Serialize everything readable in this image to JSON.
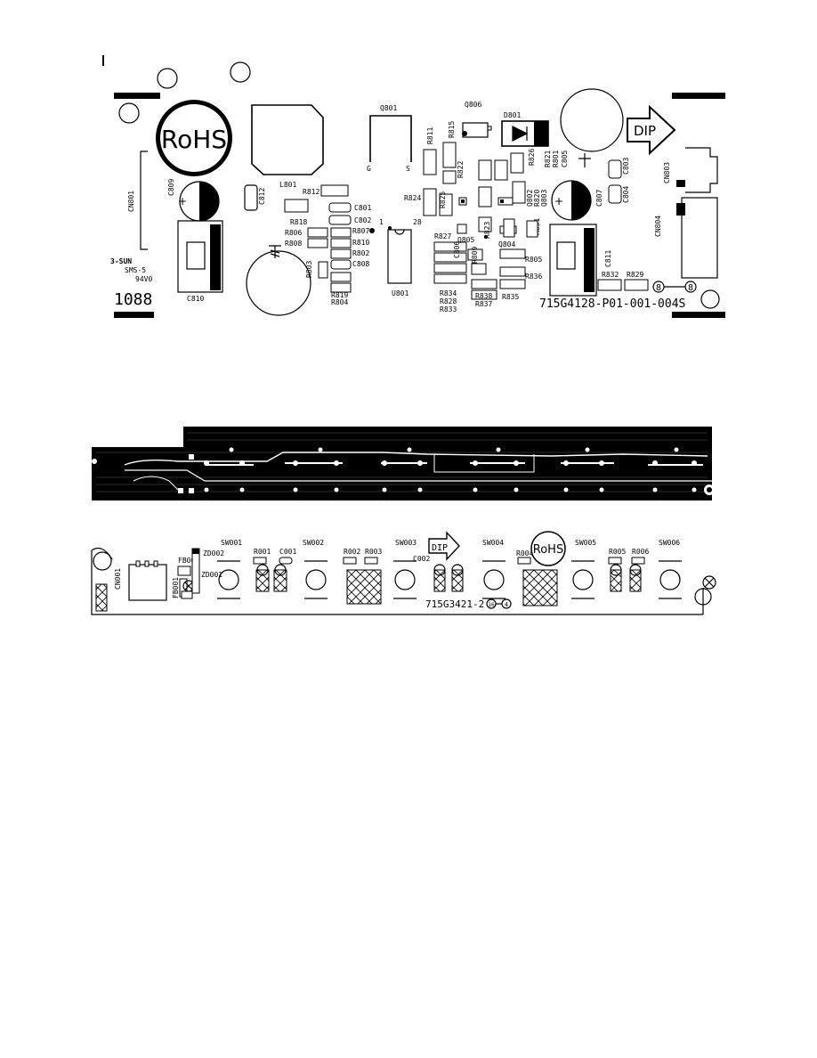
{
  "board1": {
    "rohs": "RoHS",
    "dip": "DIP",
    "part_number": "715G4128-P01-001-004S",
    "logo_lines": [
      "3-SUN",
      "SMS-5",
      "94V0"
    ],
    "date_code": "1088",
    "revision_a": "8",
    "revision_b": "8",
    "pin1": "1",
    "pin28": "28",
    "gate": "G",
    "source": "S",
    "components": {
      "q801": "Q801",
      "q806": "Q806",
      "d801": "D801",
      "l801": "L801",
      "cn801": "CN801",
      "c809": "C809",
      "c810": "C810",
      "c812": "C812",
      "r812": "R812",
      "r818": "R818",
      "c801": "C801",
      "c802": "C802",
      "r806": "R806",
      "r808": "R808",
      "r807": "R807",
      "r810": "R810",
      "r802": "R802",
      "c808": "C808",
      "r803": "R803",
      "r819": "R819",
      "r804": "R804",
      "u801": "U801",
      "r811": "R811",
      "r815": "R815",
      "r822": "R822",
      "r824": "R824",
      "r825": "R825",
      "r827": "R827",
      "r834": "R834",
      "r828": "R828",
      "r833": "R833",
      "r838": "R838",
      "r837": "R837",
      "r835": "R835",
      "r836": "R836",
      "r805": "R805",
      "r809": "R809",
      "c806": "C806",
      "q805": "Q805",
      "q804": "Q804",
      "r823": "R823",
      "r831": "R831",
      "q802": "Q802",
      "r820": "R820",
      "q803": "Q803",
      "r826": "R826",
      "r821": "R821",
      "r801": "R801",
      "c805": "C805",
      "c807": "C807",
      "c803": "C803",
      "c804": "C804",
      "c811": "C811",
      "cn803": "CN803",
      "cn804": "CN804",
      "r832": "R832",
      "r829": "R829"
    }
  },
  "board3": {
    "part_number": "715G3421-2",
    "dip": "DIP",
    "rohs": "RoHS",
    "rev_a": "16",
    "rev_b": "4",
    "components": {
      "cn001": "CN001",
      "fb002": "FB002",
      "fb001": "FB001",
      "zd002": "ZD002",
      "zd001": "ZD001",
      "sw001": "SW001",
      "sw002": "SW002",
      "sw003": "SW003",
      "sw004": "SW004",
      "sw005": "SW005",
      "sw006": "SW006",
      "r001": "R001",
      "c001": "C001",
      "r002": "R002",
      "r003": "R003",
      "c002": "C002",
      "r004": "R004",
      "r005": "R005",
      "r006": "R006"
    }
  }
}
